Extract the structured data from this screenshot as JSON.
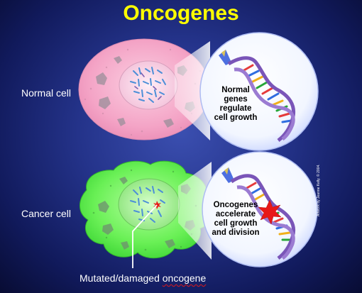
{
  "title": "Oncogenes",
  "labels": {
    "normal_cell": "Normal cell",
    "cancer_cell": "Cancer cell",
    "normal_genes": [
      "Normal",
      "genes",
      "regulate",
      "cell growth"
    ],
    "oncogenes": [
      "Oncogenes",
      "accelerate",
      "cell growth",
      "and division"
    ],
    "mutated_prefix": "Mutated/damaged ",
    "mutated_word": "oncogene",
    "credit": "Artwork by Jeanne Kelly. © 2004."
  },
  "colors": {
    "title": "#ffff00",
    "background": "#24338a",
    "normal_cell": "#f7a7c8",
    "cancer_cell": "#6cf05a",
    "mutation_star": "#e81818",
    "spellcheck_underline": "#e01818"
  }
}
